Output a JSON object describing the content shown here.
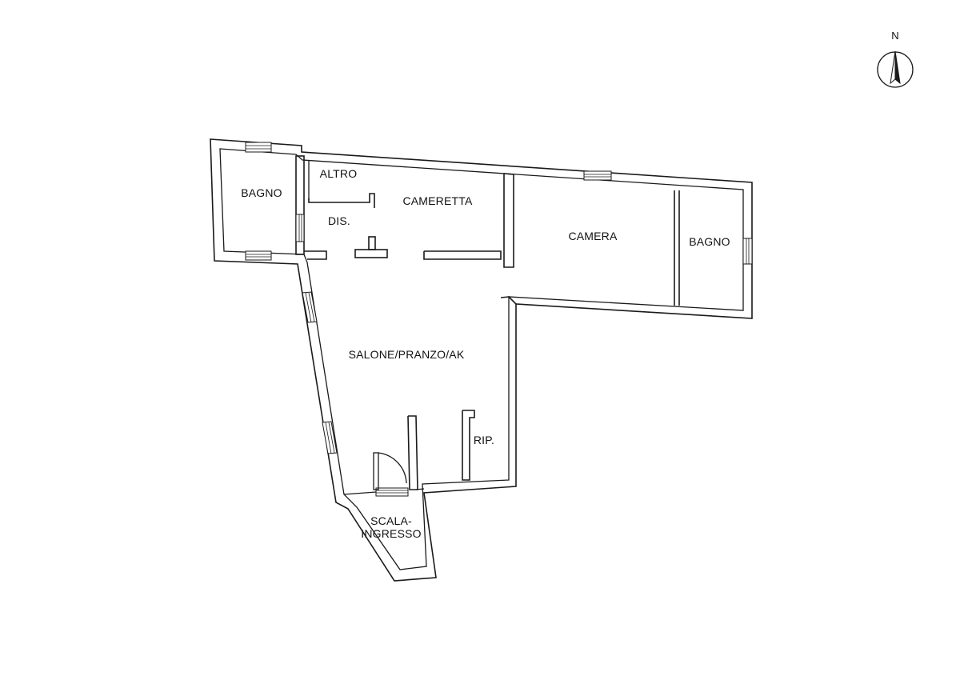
{
  "compass": {
    "label": "N",
    "icon": "north-arrow-icon"
  },
  "rooms": {
    "bagno_west": "BAGNO",
    "altro": "ALTRO",
    "cameretta": "CAMERETTA",
    "dis": "DIS.",
    "camera": "CAMERA",
    "bagno_east": "BAGNO",
    "salone": "SALONE/PRANZO/AK",
    "rip": "RIP.",
    "scala_line1": "SCALA-",
    "scala_line2": "INGRESSO"
  }
}
